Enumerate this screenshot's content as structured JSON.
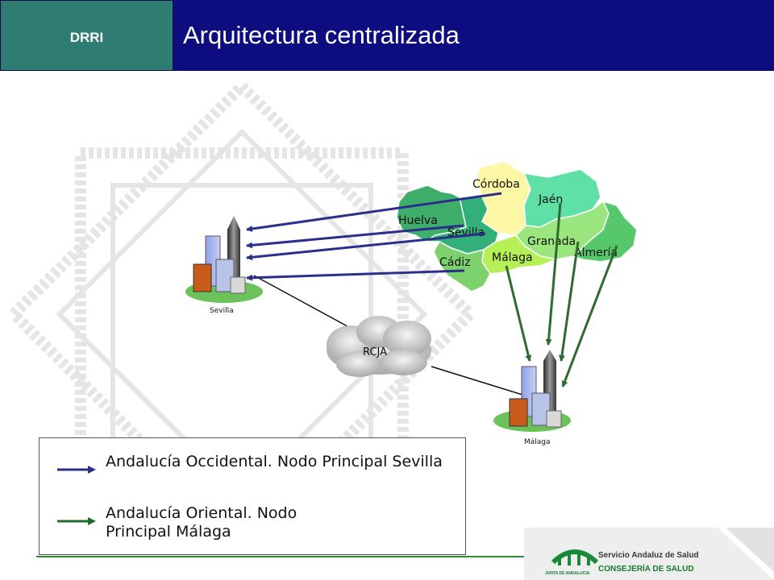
{
  "header": {
    "section_label": "DRRI",
    "title": "Arquitectura centralizada"
  },
  "map": {
    "provinces": [
      "Córdoba",
      "Jaén",
      "Huelva",
      "Sevilla",
      "Granada",
      "Cádiz",
      "Málaga",
      "Almería"
    ]
  },
  "nodes": {
    "sevilla_label": "Sevilla",
    "malaga_label": "Málaga"
  },
  "network": {
    "cloud_label": "RCJA"
  },
  "legend": {
    "items": [
      {
        "color": "#2b2f8a",
        "text": "Andalucía Occidental. Nodo Principal Sevilla"
      },
      {
        "color": "#1f6b2a",
        "text": "Andalucía Oriental. Nodo Principal Málaga"
      }
    ]
  },
  "footer": {
    "org_line1": "Servicio Andaluz de Salud",
    "org_line2": "CONSEJERÍA DE SALUD",
    "logo_caption": "JUNTA DE ANDALUCIA"
  },
  "colors": {
    "header_left": "#2f7c73",
    "header_right": "#0d0d80",
    "west_arrow": "#2b2f8a",
    "east_arrow": "#2e6b2e"
  }
}
